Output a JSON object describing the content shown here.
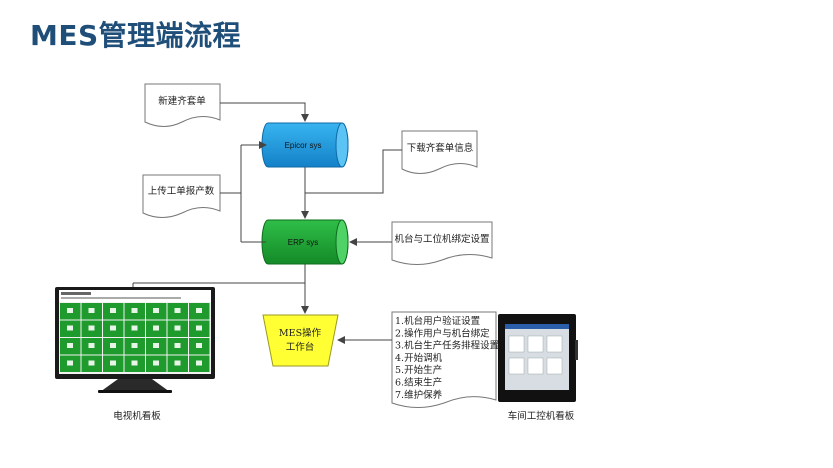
{
  "title": "MES管理端流程",
  "docs": {
    "new_kit": "新建齐套单",
    "download_kit": "下载齐套单信息",
    "upload_report": "上传工单报产数",
    "machine_binding": "机台与工位机绑定设置"
  },
  "cylinders": {
    "epicor": "Epicor sys",
    "erp": "ERP sys"
  },
  "mes_station": {
    "line1": "MES操作",
    "line2": "工作台"
  },
  "steps": [
    "1.机台用户验证设置",
    "2.操作用户与机台绑定",
    "3.机台生产任务排程设置",
    "4.开始调机",
    "5.开始生产",
    "6.结束生产",
    "7.维护保养"
  ],
  "captions": {
    "tv": "电视机看板",
    "panel": "车间工控机看板"
  },
  "colors": {
    "epicor": "#1e9be0",
    "erp": "#1aa334",
    "mes": "#ffff33",
    "title": "#1f4e79"
  }
}
